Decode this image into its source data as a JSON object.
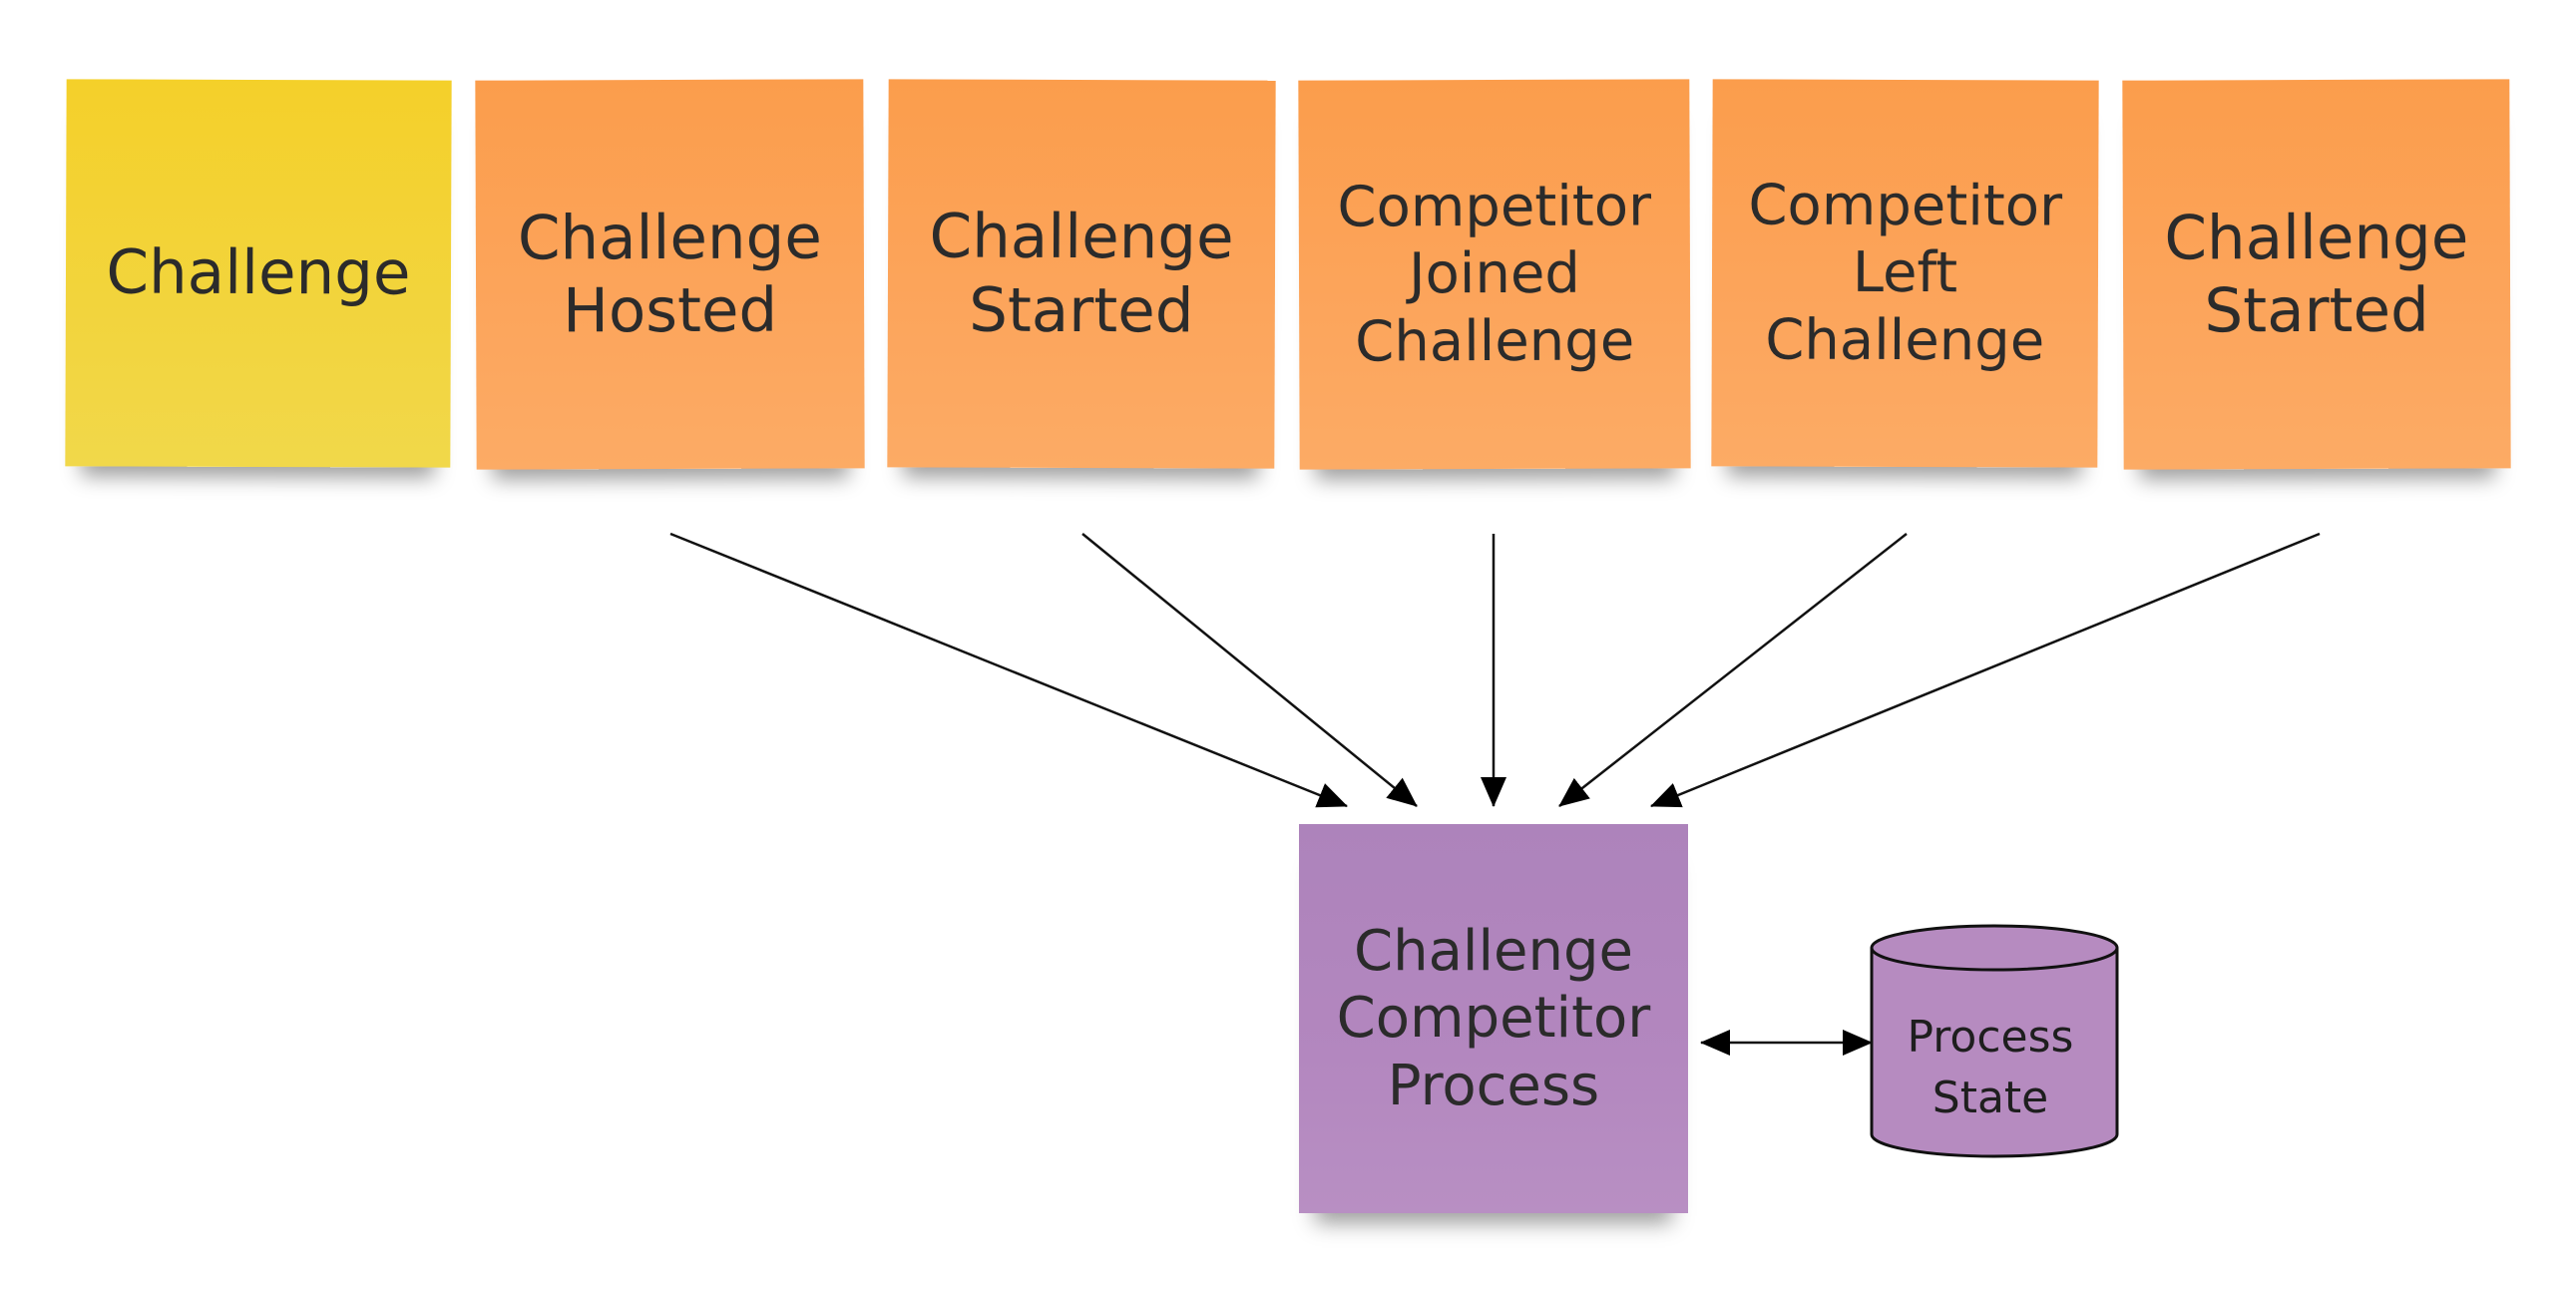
{
  "events": [
    {
      "name": "note-challenge",
      "color": "yellow",
      "lines": [
        "Challenge"
      ]
    },
    {
      "name": "note-challenge-hosted",
      "color": "orange",
      "lines": [
        "Challenge",
        "Hosted"
      ]
    },
    {
      "name": "note-challenge-started",
      "color": "orange",
      "lines": [
        "Challenge",
        "Started"
      ]
    },
    {
      "name": "note-competitor-joined-challenge",
      "color": "orange",
      "lines": [
        "Competitor",
        "Joined",
        "Challenge"
      ]
    },
    {
      "name": "note-competitor-left-challenge",
      "color": "orange",
      "lines": [
        "Competitor",
        "Left",
        "Challenge"
      ]
    },
    {
      "name": "note-challenge-started-2",
      "color": "orange",
      "lines": [
        "Challenge",
        "Started"
      ]
    }
  ],
  "process": {
    "lines": [
      "Challenge",
      "Competitor",
      "Process"
    ]
  },
  "state_store": {
    "lines": [
      "Process",
      "State"
    ]
  },
  "colors": {
    "aggregate": "#f2d43b",
    "event": "#fca257",
    "process": "#b388bf",
    "arrow": "#111111"
  }
}
